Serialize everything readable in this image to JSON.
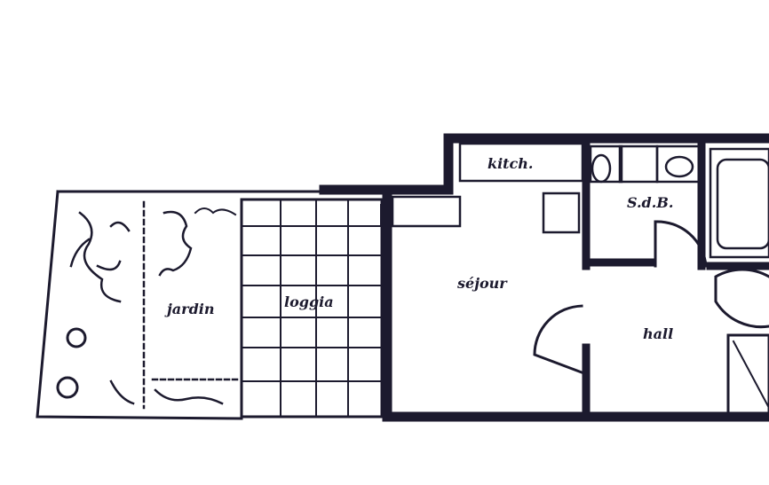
{
  "plan": {
    "rooms": {
      "kitchen": "kitch.",
      "bathroom": "S.d.B.",
      "living": "séjour",
      "hall": "hall",
      "garden": "jardin",
      "loggia": "loggia"
    },
    "colors": {
      "ink": "#1c1a2e",
      "paper": "#ffffff"
    }
  }
}
